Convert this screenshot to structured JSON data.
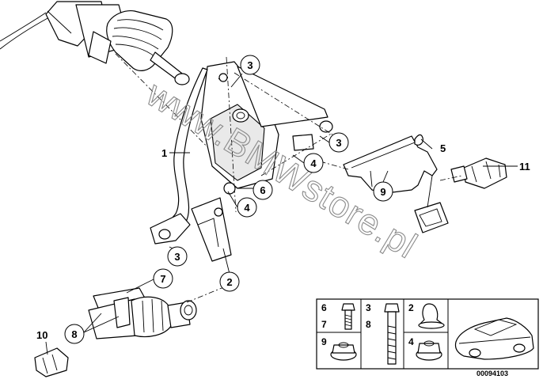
{
  "watermark": "www.BMWstore.pl",
  "diagram_id": "00094103",
  "callouts": [
    {
      "id": "callout-3-top",
      "label": "3"
    },
    {
      "id": "callout-3-right",
      "label": "3"
    },
    {
      "id": "callout-4-upper",
      "label": "4"
    },
    {
      "id": "callout-6",
      "label": "6"
    },
    {
      "id": "callout-4-lower",
      "label": "4"
    },
    {
      "id": "callout-9",
      "label": "9"
    },
    {
      "id": "callout-3-left",
      "label": "3"
    },
    {
      "id": "callout-2",
      "label": "2"
    },
    {
      "id": "callout-7",
      "label": "7"
    },
    {
      "id": "callout-8",
      "label": "8"
    }
  ],
  "plain_labels": [
    {
      "id": "label-1",
      "label": "1"
    },
    {
      "id": "label-5",
      "label": "5"
    },
    {
      "id": "label-11",
      "label": "11"
    },
    {
      "id": "label-10",
      "label": "10"
    }
  ],
  "inset": {
    "numbers": [
      "6",
      "7",
      "3",
      "8",
      "2",
      "9",
      "4"
    ]
  }
}
